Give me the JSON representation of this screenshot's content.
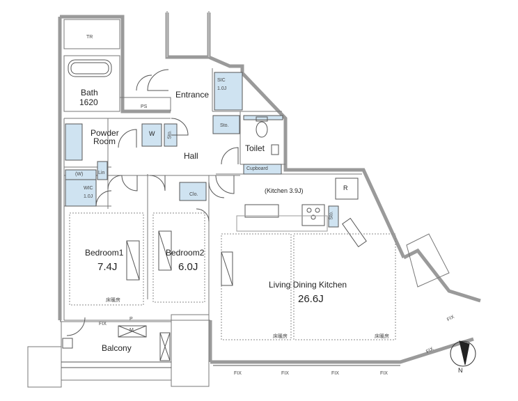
{
  "floorplan": {
    "labels": {
      "tr": "TR",
      "bath": "Bath",
      "bath_size": "1620",
      "ps": "PS",
      "entrance": "Entrance",
      "sic": "SIC",
      "sic_area": "1.0J",
      "sto1": "Sto.",
      "sto2": "Sto.",
      "sto3": "Sto.",
      "toilet": "Toilet",
      "cupboard": "Cupboard",
      "powder": "Powder",
      "room": "Room",
      "w": "W",
      "hall": "Hall",
      "w_paren": "(W)",
      "lin": "Lin",
      "wic": "WIC",
      "wic_area": "1.0J",
      "kitchen": "(Kitchen 3.9J)",
      "r": "R",
      "clo": "Clo.",
      "bedroom1": "Bedroom1",
      "bedroom1_area": "7.4J",
      "bedroom2": "Bedroom2",
      "bedroom2_area": "6.0J",
      "ldk": "Living Dining Kitchen",
      "ldk_area": "26.6J",
      "floor_heat1": "床暖房",
      "floor_heat2": "床暖房",
      "floor_heat3": "床暖房",
      "fix1": "FIX",
      "fix2": "FIX",
      "fix3": "FIX",
      "fix4": "FIX",
      "fix5": "FIX",
      "fix6": "FIX",
      "fix7": "FIX",
      "p": "P",
      "m": "M",
      "balcony": "Balcony",
      "north": "N"
    },
    "colors": {
      "wall": "#bdbdbd",
      "line": "#555555",
      "storage": "#cfe3f1"
    }
  }
}
